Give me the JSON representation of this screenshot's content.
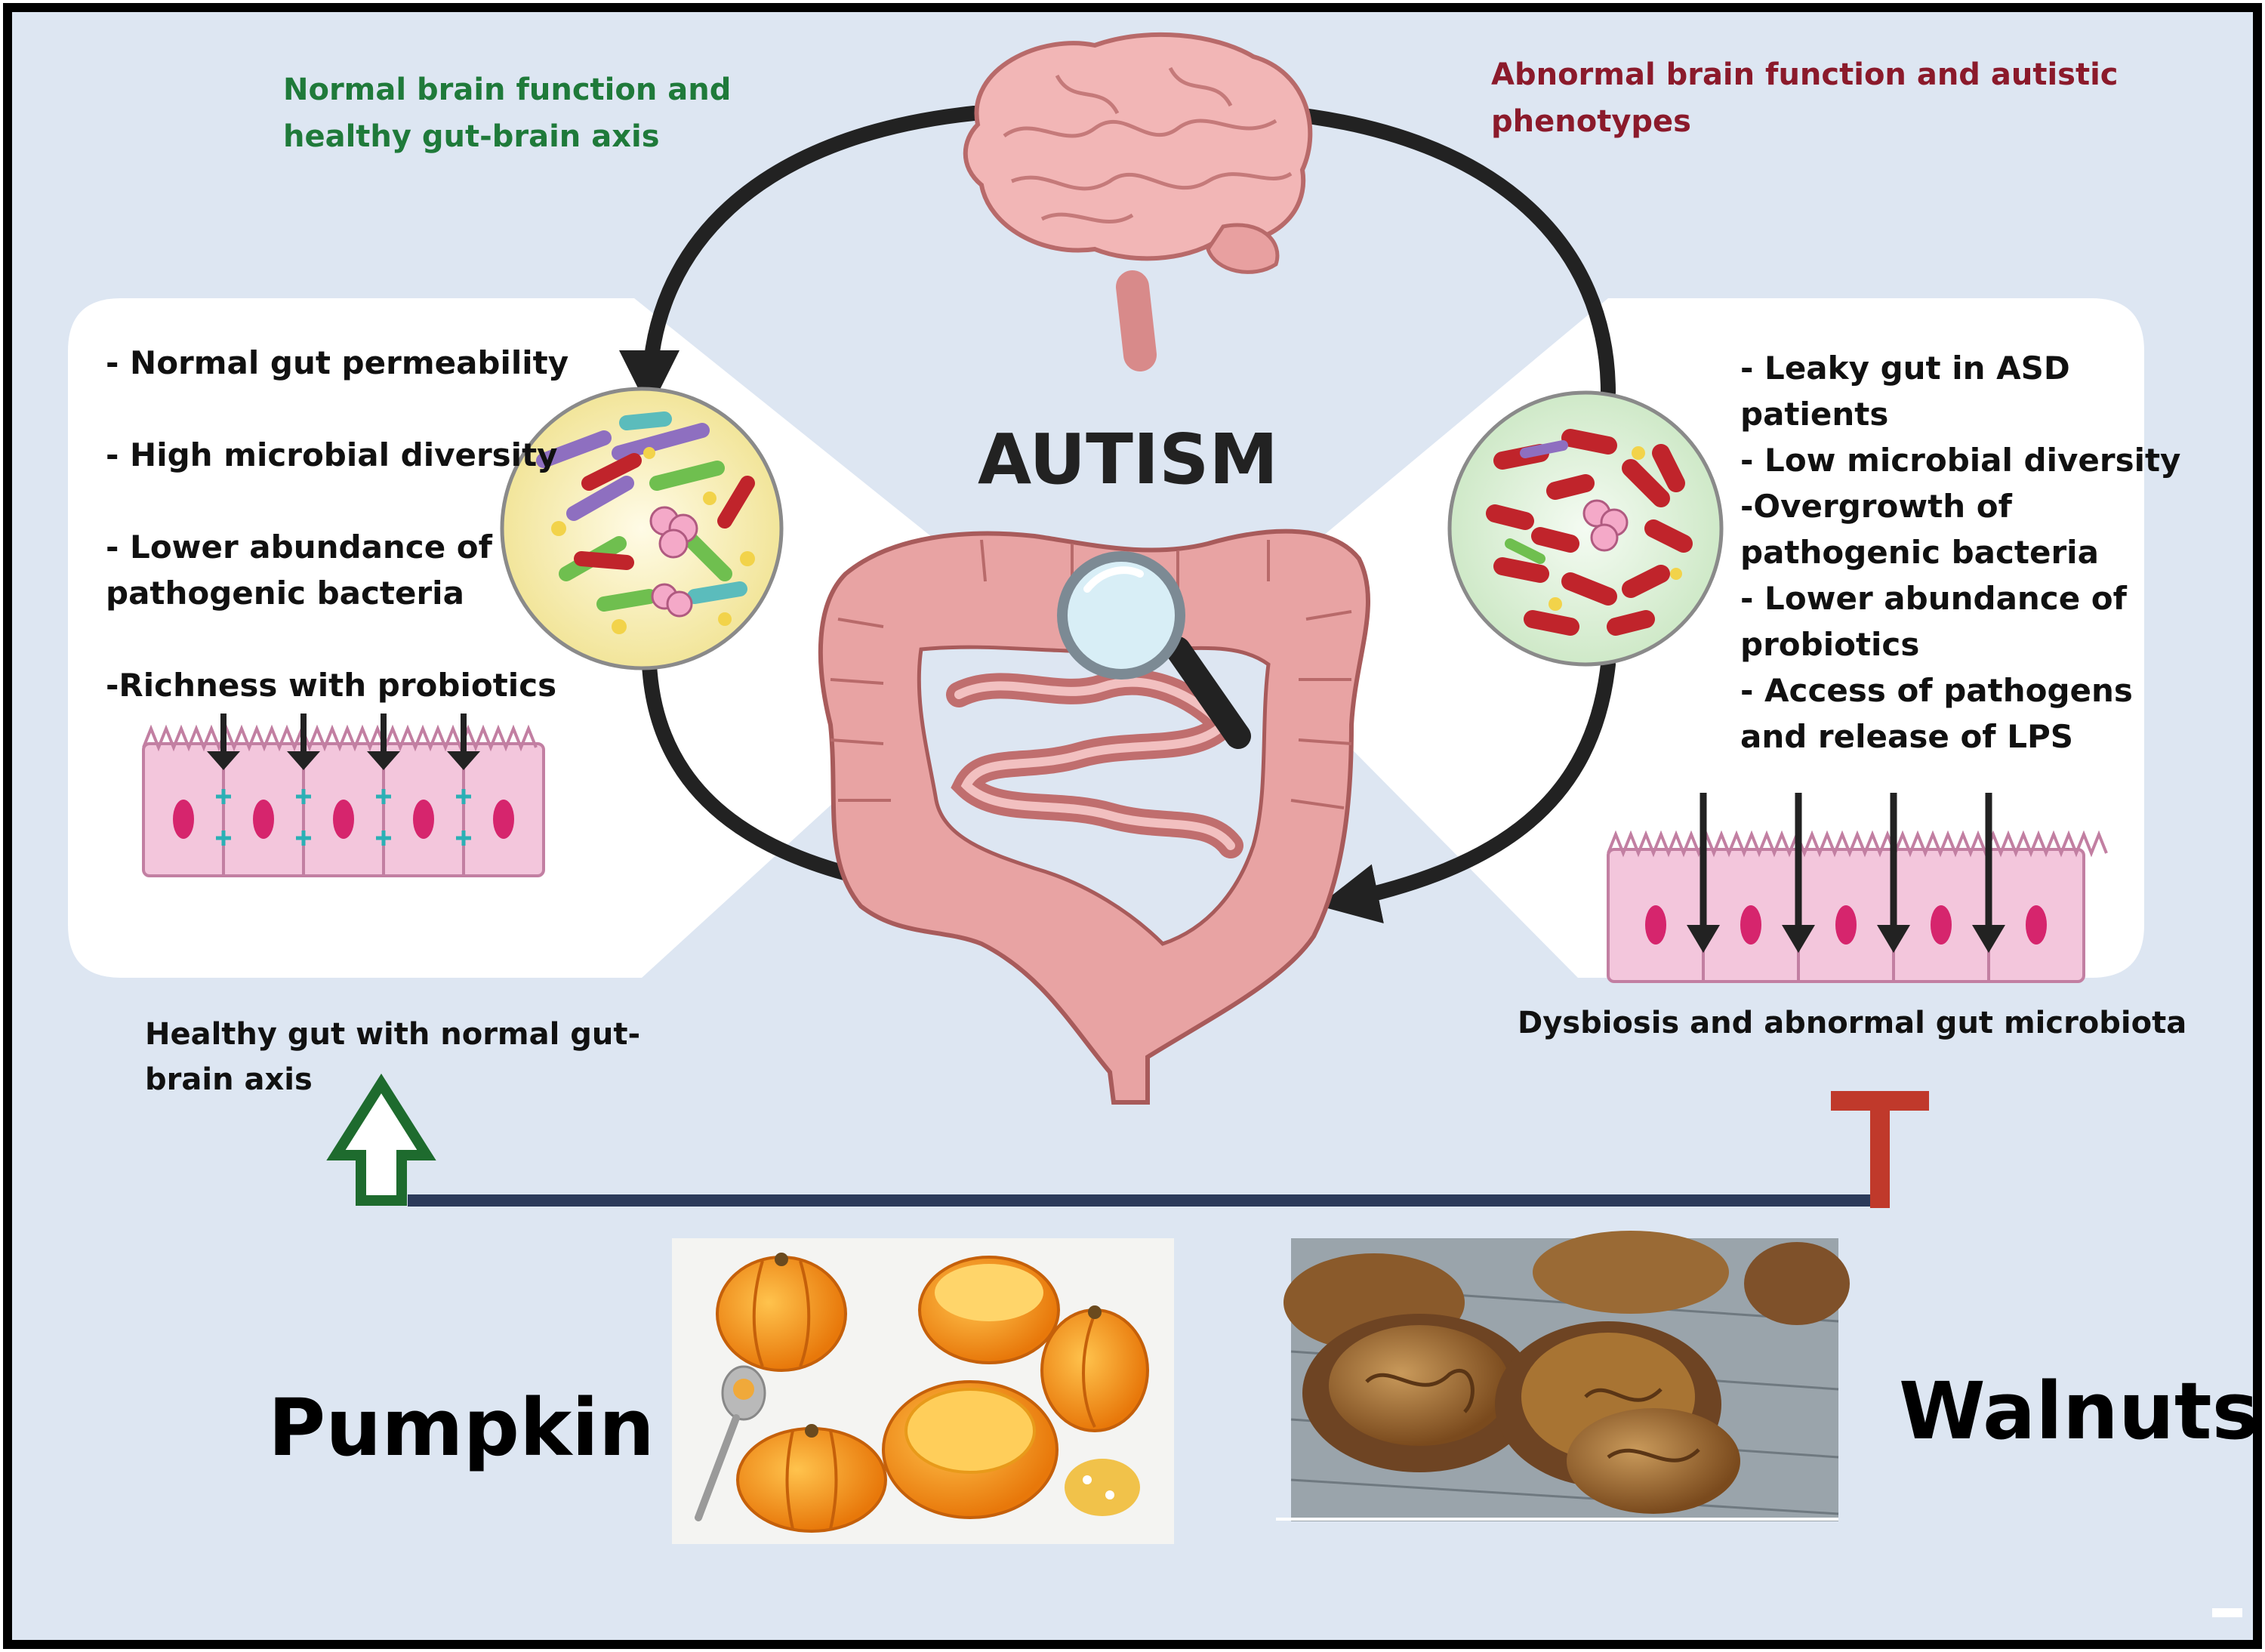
{
  "title": "AUTISM",
  "top_left": {
    "line1": "Normal brain function and",
    "line2": "healthy gut-brain axis",
    "color": "#1f7a3a"
  },
  "top_right": {
    "line1": "Abnormal brain function and autistic",
    "line2": "phenotypes",
    "color": "#8b1a2b"
  },
  "left_panel": {
    "items": [
      "- Normal gut permeability",
      "- High microbial diversity",
      "- Lower abundance of",
      "pathogenic bacteria",
      "-Richness with probiotics"
    ]
  },
  "right_panel": {
    "items": [
      "- Leaky gut in ASD",
      "patients",
      "- Low microbial diversity",
      "-Overgrowth of",
      "pathogenic bacteria",
      "- Lower abundance of",
      "probiotics",
      "- Access of pathogens",
      "and release of LPS"
    ]
  },
  "left_caption": {
    "line1": "Healthy gut with normal gut-",
    "line2": "brain axis"
  },
  "right_caption": "Dysbiosis and abnormal gut microbiota",
  "foods": {
    "left": "Pumpkin",
    "right": "Walnuts"
  },
  "colors": {
    "background": "#dde6f2",
    "promote_arrow": "#1e6b2e",
    "inhibit_bar": "#c0392b",
    "connector": "#2b3a5a"
  }
}
